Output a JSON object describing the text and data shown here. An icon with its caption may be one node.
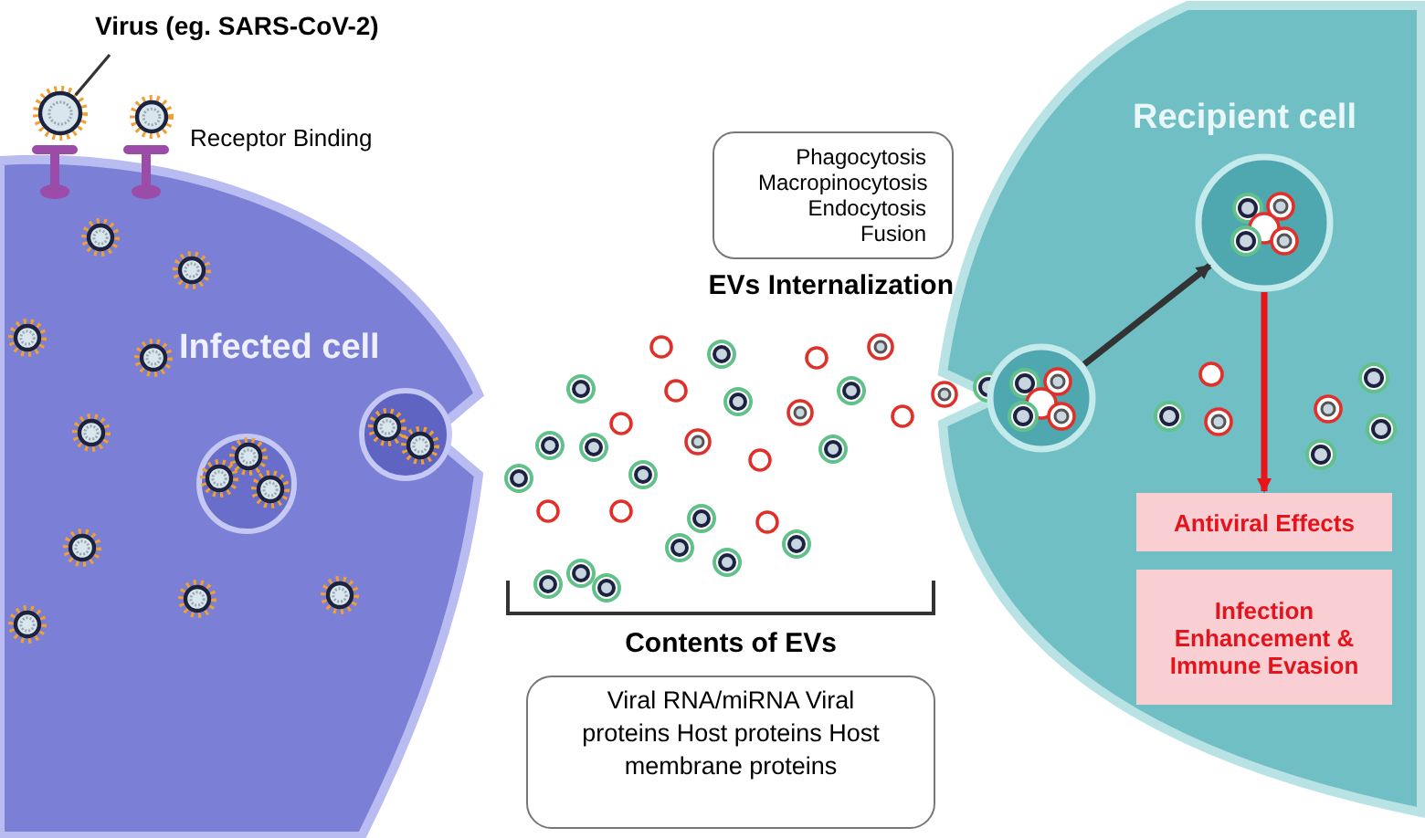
{
  "diagram": {
    "nodes": [
      {
        "text": [
          "Virus (eg. SARS-CoV-2)"
        ]
      },
      {
        "text": [],
        "shape": "circle"
      },
      {
        "text": [
          "Infected cell"
        ]
      },
      {
        "text": [
          "Phagocytosis Macropinocytosis Endocytosis Fusion",
          "EVs Internalization"
        ]
      },
      {
        "text": [
          "Recipient cell"
        ]
      },
      {
        "text": [],
        "shape": "circle",
        "in": 4
      },
      {
        "text": [],
        "shape": "circle",
        "in": 4
      },
      {
        "text": [
          "Antiviral Effects"
        ],
        "in": 4
      },
      {
        "text": [
          "Infection Enhancement & Immune Evasion"
        ],
        "in": 4
      },
      {
        "text": [
          "Contents of EVs",
          "Viral RNA/miRNA Viral proteins Host proteins Host membrane proteins"
        ]
      }
    ],
    "edges": [
      {
        "from": 0,
        "to": 1,
        "arrow": "none"
      },
      {
        "from": 5,
        "to": 6,
        "arrow": "to"
      },
      {
        "from": 6,
        "to": 7,
        "arrow": "to",
        "color": "#e8141c"
      }
    ],
    "labels": [
      "Receptor Binding"
    ]
  }
}
